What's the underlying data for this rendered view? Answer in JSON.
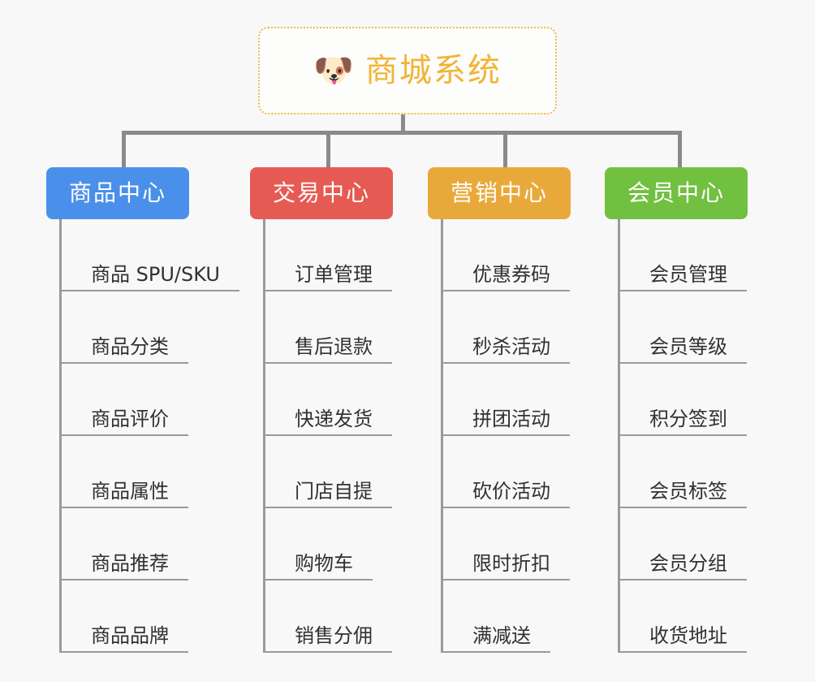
{
  "root": {
    "icon": "dog-face-icon",
    "emoji": "🐶",
    "title": "商城系统",
    "border_color": "#f0b849",
    "text_color": "#f2b437"
  },
  "canvas": {
    "background": "#f8f8f8",
    "connector_color": "#8a8a8a",
    "leaf_line_color": "#9a9a9a",
    "leaf_text_color": "#313131"
  },
  "branches": [
    {
      "label": "商品中心",
      "color": "#4a90ea",
      "leaves": [
        "商品 SPU/SKU",
        "商品分类",
        "商品评价",
        "商品属性",
        "商品推荐",
        "商品品牌"
      ]
    },
    {
      "label": "交易中心",
      "color": "#e55b54",
      "leaves": [
        "订单管理",
        "售后退款",
        "快递发货",
        "门店自提",
        "购物车",
        "销售分佣"
      ]
    },
    {
      "label": "营销中心",
      "color": "#e9a93a",
      "leaves": [
        "优惠券码",
        "秒杀活动",
        "拼团活动",
        "砍价活动",
        "限时折扣",
        "满减送"
      ]
    },
    {
      "label": "会员中心",
      "color": "#72c040",
      "leaves": [
        "会员管理",
        "会员等级",
        "积分签到",
        "会员标签",
        "会员分组",
        "收货地址"
      ]
    }
  ]
}
